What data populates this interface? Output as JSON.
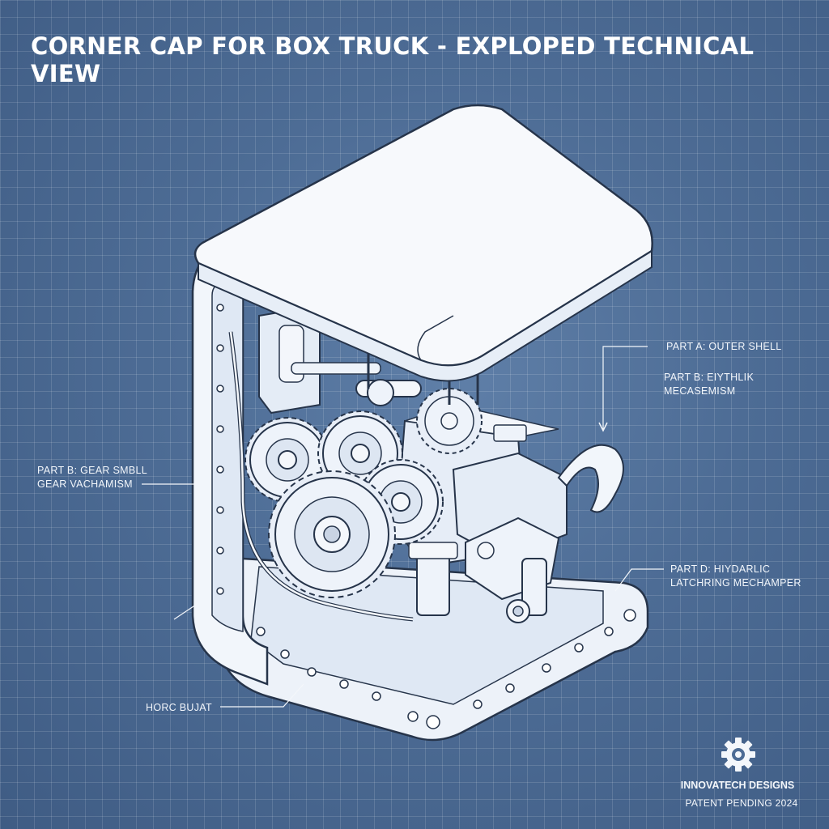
{
  "title": "CORNER CAP FOR BOX TRUCK - EXPLOPED TECHNICAL VIEW",
  "callouts": {
    "part_a": "PART A: OUTER SHELL",
    "part_b_right_1": "PART B: EIYTHLIK",
    "part_b_right_2": "MECASEMISM",
    "part_b_left_1": "PART B: GEAR SMBLL",
    "part_b_left_2": "GEAR VACHAMISM",
    "part_d_1": "PART D: HIYDARLIC",
    "part_d_2": "LATCHRING MECHAMPER",
    "bottom": "HORC BUJAT"
  },
  "brand": {
    "name": "INNOVATECH DESIGNS",
    "tagline": "PATENT PENDING 2024",
    "logo_icon": "gear-icon"
  },
  "colors": {
    "background": "#4d6c95",
    "line": "#ffffff",
    "part_fill": "#e9f0f9",
    "part_stroke": "#26344a"
  }
}
